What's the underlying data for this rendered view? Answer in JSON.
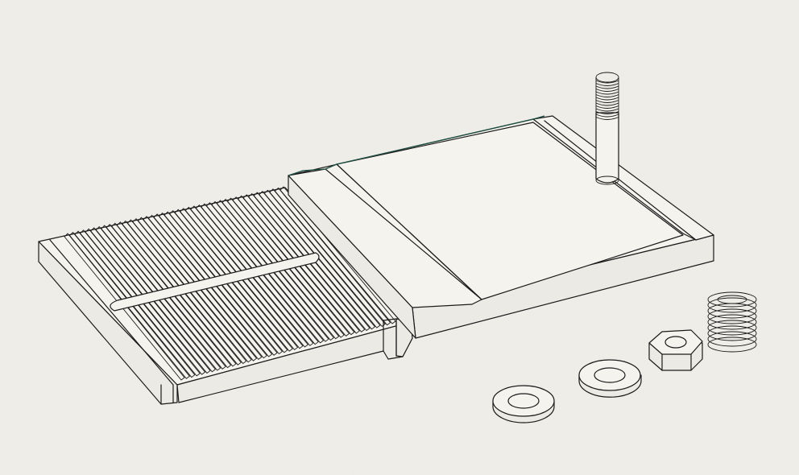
{
  "drawing": {
    "style": "isometric line drawing",
    "background_color": "#efeee9",
    "line_color": "#1b1b1b",
    "accent_line_color": "#1f4f44"
  },
  "parts": [
    {
      "id": "grooved-plate",
      "kind": "ribbed base plate with center slot"
    },
    {
      "id": "top-plate",
      "kind": "flat plate with side rails"
    },
    {
      "id": "threaded-stud",
      "kind": "threaded stud"
    },
    {
      "id": "coil-spring",
      "kind": "compression spring"
    },
    {
      "id": "hex-nut",
      "kind": "hex nut"
    },
    {
      "id": "washer-1",
      "kind": "flat washer"
    },
    {
      "id": "washer-2",
      "kind": "flat washer"
    }
  ]
}
